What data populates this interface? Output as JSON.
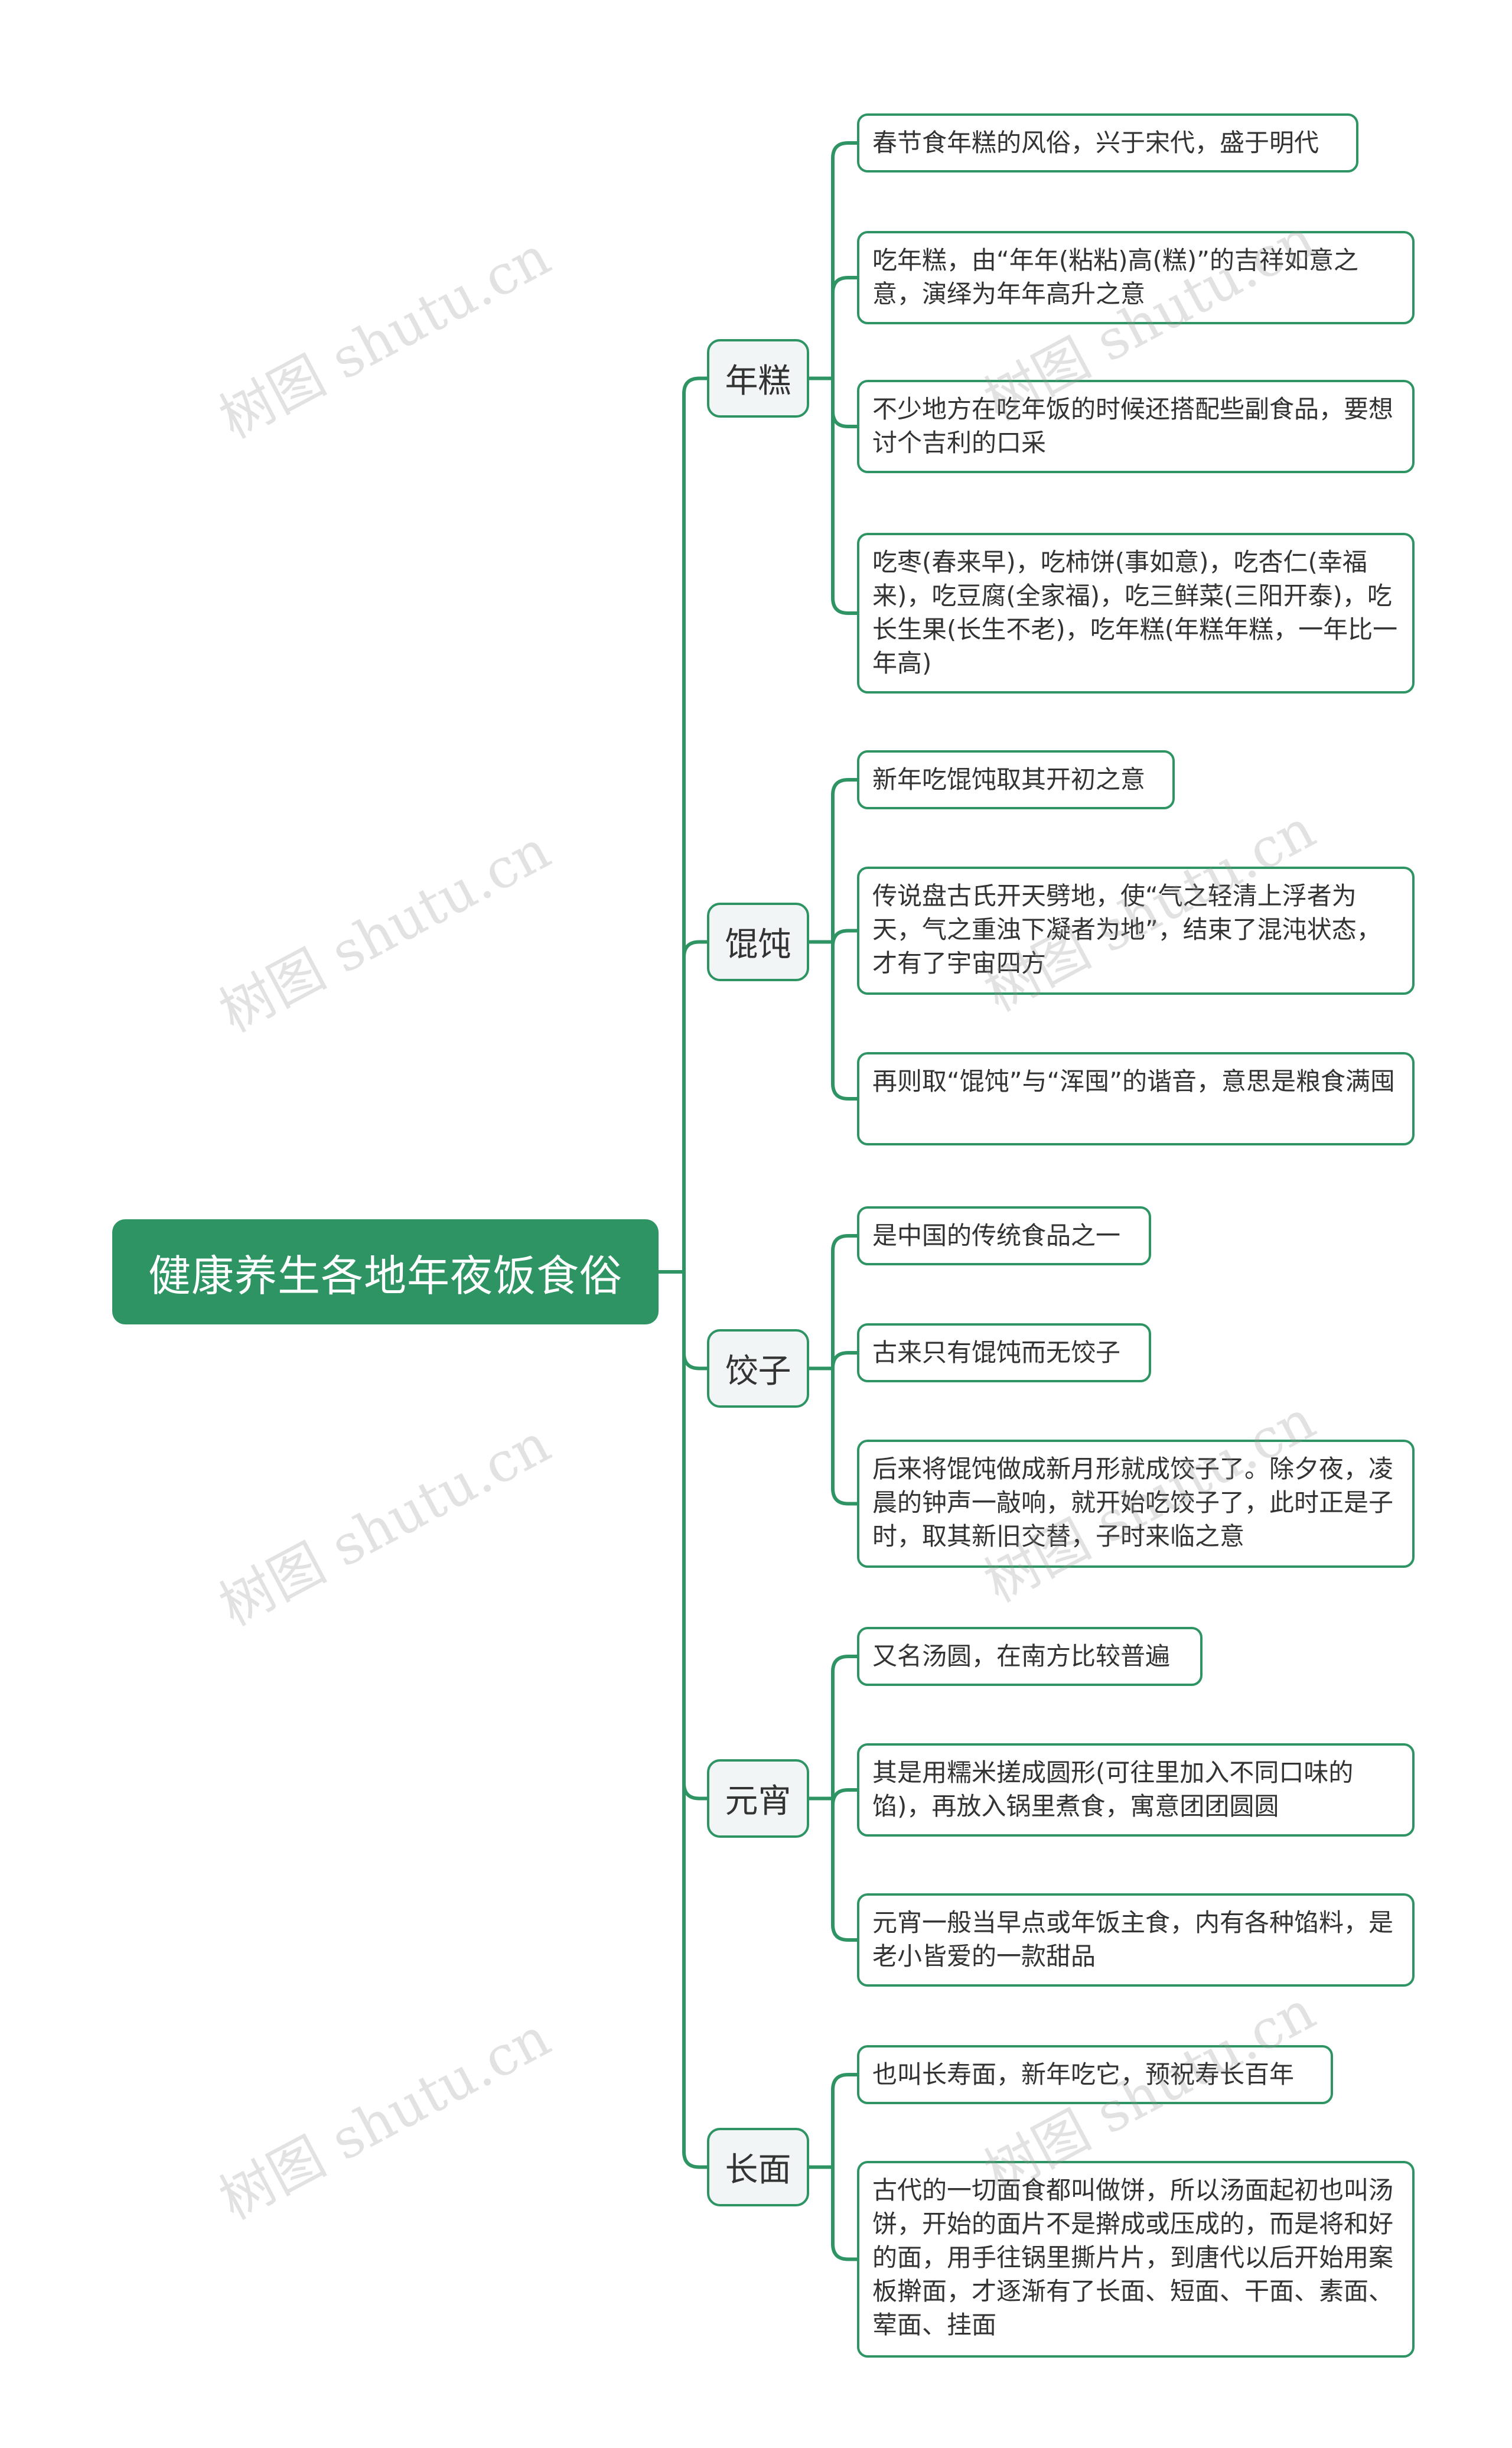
{
  "root": {
    "title": "健康养生各地年夜饭食俗"
  },
  "branches": [
    {
      "label": "年糕",
      "items": [
        "春节食年糕的风俗，兴于宋代，盛于明代",
        "吃年糕，由“年年(粘粘)高(糕)”的吉祥如意之意，演绎为年年高升之意",
        "不少地方在吃年饭的时候还搭配些副食品，要想讨个吉利的口采",
        "吃枣(春来早)，吃柿饼(事如意)，吃杏仁(幸福来)，吃豆腐(全家福)，吃三鲜菜(三阳开泰)，吃长生果(长生不老)，吃年糕(年糕年糕，一年比一年高)"
      ]
    },
    {
      "label": "馄饨",
      "items": [
        "新年吃馄饨取其开初之意",
        "传说盘古氏开天劈地，使“气之轻清上浮者为天，气之重浊下凝者为地”，结束了混沌状态，才有了宇宙四方",
        "再则取“馄饨”与“浑囤”的谐音，意思是粮食满囤"
      ]
    },
    {
      "label": "饺子",
      "items": [
        "是中国的传统食品之一",
        "古来只有馄饨而无饺子",
        "后来将馄饨做成新月形就成饺子了。除夕夜，凌晨的钟声一敲响，就开始吃饺子了，此时正是子时，取其新旧交替，子时来临之意"
      ]
    },
    {
      "label": "元宵",
      "items": [
        "又名汤圆，在南方比较普遍",
        "其是用糯米搓成圆形(可往里加入不同口味的馅)，再放入锅里煮食，寓意团团圆圆",
        "元宵一般当早点或年饭主食，内有各种馅料，是老小皆爱的一款甜品"
      ]
    },
    {
      "label": "长面",
      "items": [
        "也叫长寿面，新年吃它，预祝寿长百年",
        "古代的一切面食都叫做饼，所以汤面起初也叫汤饼，开始的面片不是擀成或压成的，而是将和好的面，用手往锅里撕片片，到唐代以后开始用案板擀面，才逐渐有了长面、短面、干面、素面、荤面、挂面"
      ]
    }
  ],
  "watermark": "树图 shutu.cn",
  "colors": {
    "line": "#2e9464",
    "root_bg": "#2e9464",
    "branch_bg": "#f2f5f6"
  }
}
